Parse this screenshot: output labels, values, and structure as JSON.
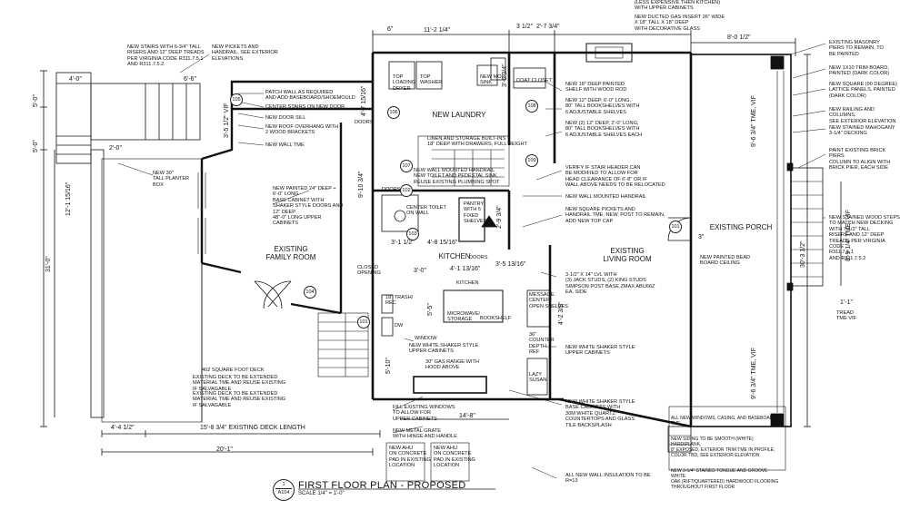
{
  "title": {
    "text": "FIRST FLOOR PLAN - PROPOSED",
    "scale": "SCALE 1/4\" = 1'-0\"",
    "detail_number": "1",
    "sheet": "A104"
  },
  "rooms": {
    "laundry": "NEW LAUNDRY",
    "family": "EXISTING\nFAMILY ROOM",
    "kitchen": "KITCHEN",
    "living": "EXISTING\nLIVING ROOM",
    "porch": "EXISTING PORCH",
    "kitchen_small": "KITCHEN",
    "pantry": "PANTRY\nWITH 5\nFIXED\nSHELVES",
    "center_toilet": "CENTER TOILET\nON WALL",
    "closet_upper": "COAT CLOSET",
    "closed_opening": "CLOSED\nOPENING"
  },
  "tags": [
    "105",
    "106",
    "107",
    "108",
    "109",
    "102",
    "103",
    "104",
    "101",
    "101"
  ],
  "dims": {
    "d1": "11'-2 1/4\"",
    "d2": "3 1/2\"",
    "d3": "2'-7 3/4\"",
    "d4": "8'-0 1/2\"",
    "d5": "4'-0\"",
    "d6": "6'-6\"",
    "d7": "5'-0\"",
    "d8": "5'-0\"",
    "d9": "3'-5 1/2\" VIF",
    "d10": "4'-7 15/16\"",
    "d11": "2'-0\"",
    "d12": "12'-1 15/16\"",
    "d13": "31'-0\"",
    "d14": "9'-10 3/4\"",
    "d15": "3'-1 1/2\"",
    "d16": "4'-8 15/16\"",
    "d17": "4'-1 13/16\"",
    "d18": "3'-0\"",
    "d19": "3'-5 13/16\"",
    "d20": "5'-5\"",
    "d21": "4'-2 3/8\"",
    "d22": "5'-10\"",
    "d23": "9'-6 3/4\" TME, VIF",
    "d24": "30'-3 1/2\"",
    "d25": "8'-9 1/4\" TME, VIF",
    "d26": "9'-6 3/4\" TME, VIF",
    "d27": "1'-1\"",
    "d28": "4'-4 1/2\"",
    "d29": "15'-8 3/4\" EXISTING DECK LENGTH",
    "d30": "20'-1\"",
    "d31": "14'-8\"",
    "d32": "6\"",
    "d33": "3'-6 3/4\"",
    "d34": "2'-9 3/4\"",
    "d35": "3\""
  },
  "labels": {
    "l1": "NEW STAIRS WITH 6-3/4\" TALL\nRISERS AND 12\" DEEP TREADS\nPER VIRGINIA CODE R311.7.5.1\nAND R311.7.5.2",
    "l2": "NEW PICKETS AND\nHANDRAIL, SEE EXTERIOR\nELEVATIONS",
    "l3": "PATCH WALL AS REQUIRED\nAND ADD BASEBOARD/SHOEMOULD",
    "l4": "CENTER STAIRS ON NEW DOOR",
    "l5": "NEW DOOR SILL",
    "l6": "NEW ROOF OVERHANG WITH\n2 WOOD BRACKETS",
    "l7": "NEW WALL TME",
    "l8": "NEW 30\"\nTALL PLANTER\nBOX",
    "l9": "NEW PAINTED 24\" DEEP +\n6'-0\" LONG\nBASE CABINET WITH\nSHAKER STYLE DOORS AND\n12\" DEEP\n48\"-0\" LONG UPPER\nCABINETS",
    "l10": "TOP\nLOADING\nDRYER",
    "l11": "TOP\nWASHER",
    "l12": "NEW MOP\nSINK",
    "l13": "LINEN AND STORAGE BUILT-INS\n18\" DEEP WITH DRAWERS, FULL HEIGHT",
    "l14": "NEW WALL MOUNTED HANDRAIL\nNEW TOILET AND PEDESTAL SINK\nREUSE EXISTING PLUMBING SPOT",
    "l15": "(LESS EXPENSIVE THEN KITCHEN)\nWITH UPPER CABINETS",
    "l16": "NEW DUCTED GAS INSERT 26\" WIDE\nx 18\" TALL x 18\" DEEP\nWITH DECORATIVE GLASS",
    "l17": "NEW 18\" DEEP PAINTED\nSHELF WITH WOOD ROD",
    "l18": "NEW 12\" DEEP, 6'-0\" LONG,\n80\" TALL BOOKSHELVES WITH\n6 ADJUSTABLE SHELVES",
    "l19": "NEW (2) 12\" DEEP, 2'-0\" LONG,\n80\" TALL BOOKSHELVES WITH\n6 ADJUSTABLE SHELVES EACH",
    "l20": "VERIFY IF STAIR HEADER CAN\nBE MODIFIED TO ALLOW FOR\nHEAD CLEARANCE OF 6'-8\" OR IF\nWALL ABOVE NEEDS TO BE RELOCATED",
    "l21": "NEW WALL MOUNTED HANDRAIL",
    "l22": "NEW SQUARE PICKETS AND\nHANDRAIL TME. NEW, POST TO REMAIN,\nADD NEW TOP CAP",
    "l23": "EXISTING MASONRY\nPIERS TO REMAIN, TO\nBE PAINTED",
    "l24": "NEW 1x10 TRIM BOARD,\nPAINTED (DARK COLOR)",
    "l25": "NEW SQUARE (90 DEGREE)\nLATTICE PANELS, PAINTED\n(DARK COLOR)",
    "l26": "NEW RAILING AND COLUMNS,\nSEE EXTERIOR ELEVATION",
    "l27": "NEW STAINED MAHOGANY\n3-1/4\" DECKING",
    "l28": "PAINT EXISTING BRICK PIERS\nCOLUMN TO ALIGN WITH\nBRICK PIER, EACH SIDE",
    "l29": "NEW STAINED WOOD STEPS\nTO MATCH NEW DECKING\nWITH 7-1/2\" TALL\nRISERS AND 12\" DEEP\nTREADS PER VIRGINIA CODE\nR311.7.5.1\nAND R311.7.5.2",
    "l30": "NEW PAINTED BEAD\nBOARD CEILING",
    "l31": "TREAD\nTME VIF",
    "l32": "3-1/2\" x 14\" LVL WITH\n(3) JACK STUDS, (2) KING STUDS\nSIMPSON POST BASE ZMAX ABU66Z\nEA. SIDE",
    "l33": "MESSAGE\nCENTER/\nOPEN SHELVES",
    "l34": "36\"\nCOUNTER\nDEPTH\nREF",
    "l35": "NEW WHITE SHAKER STYLE\nUPPER CABINETS",
    "l36": "LAZY\nSUSAN",
    "l37": "30\" GAS RANGE WITH\nHOOD ABOVE",
    "l38": "MICROWAVE/\nSTORAGE",
    "l39": "BOOKSHELF",
    "l40": "NEW WHITE SHAKER STYLE\nUPPER CABINETS",
    "l41": "18\" TRASH/\nREC",
    "l42": "DW",
    "l43": "WINDOW",
    "l44": "NEW WHITE SHAKER STYLE\nBASE CABINETS WITH\n30M WHITE QUARTZ\nCOUNTERTOPS AND GLASS\nTILE BACKSPLASH",
    "l45": "FILL EXISTING WINDOWS\nTO ALLOW FOR\nUPPER CABINETS",
    "l46": "NEW METAL GRATE\nWITH HINGE AND HANDLE",
    "l47": "NEW AHU\nON CONCRETE\nPAD IN EXISTING\nLOCATION",
    "l48": "NEW AHU\nON CONCRETE\nPAD IN EXISTING\nLOCATION",
    "l49": "ALL NEW WALL INSULATION TO BE\nR=13",
    "l50": "402 SQUARE FOOT DECK",
    "l51": "EXISTING DECK TO BE EXTENDED\nMATERIAL TME AND REUSE EXISTING\nIF SALVAGABLE",
    "l52": "EXISTING DECK TO BE EXTENDED\nMATERIAL TME AND REUSE EXISTING\nIF SALVAGABLE",
    "l53": "DOORS",
    "l54": "DOORS",
    "l55": "DOORS"
  },
  "notes": [
    "ALL NEW WINDOWS, CASING, AND BASEBOARD TME",
    "NEW SIDING TO BE SMOOTH (WHITE) HARDIPLANK,\n8\" EXPOSED, EXTERIOR TRIM TME IN PROFILE,\nCOLOR TBD, SEE EXTERIOR ELEVATION",
    "NEW 3-1/4\" STAINED TONGUE AND GROOVE WHITE\nOAK (RIFT/QUARTERED) HARDWOOD FLOORING\nTHROUGHOUT FIRST FLOOR"
  ]
}
